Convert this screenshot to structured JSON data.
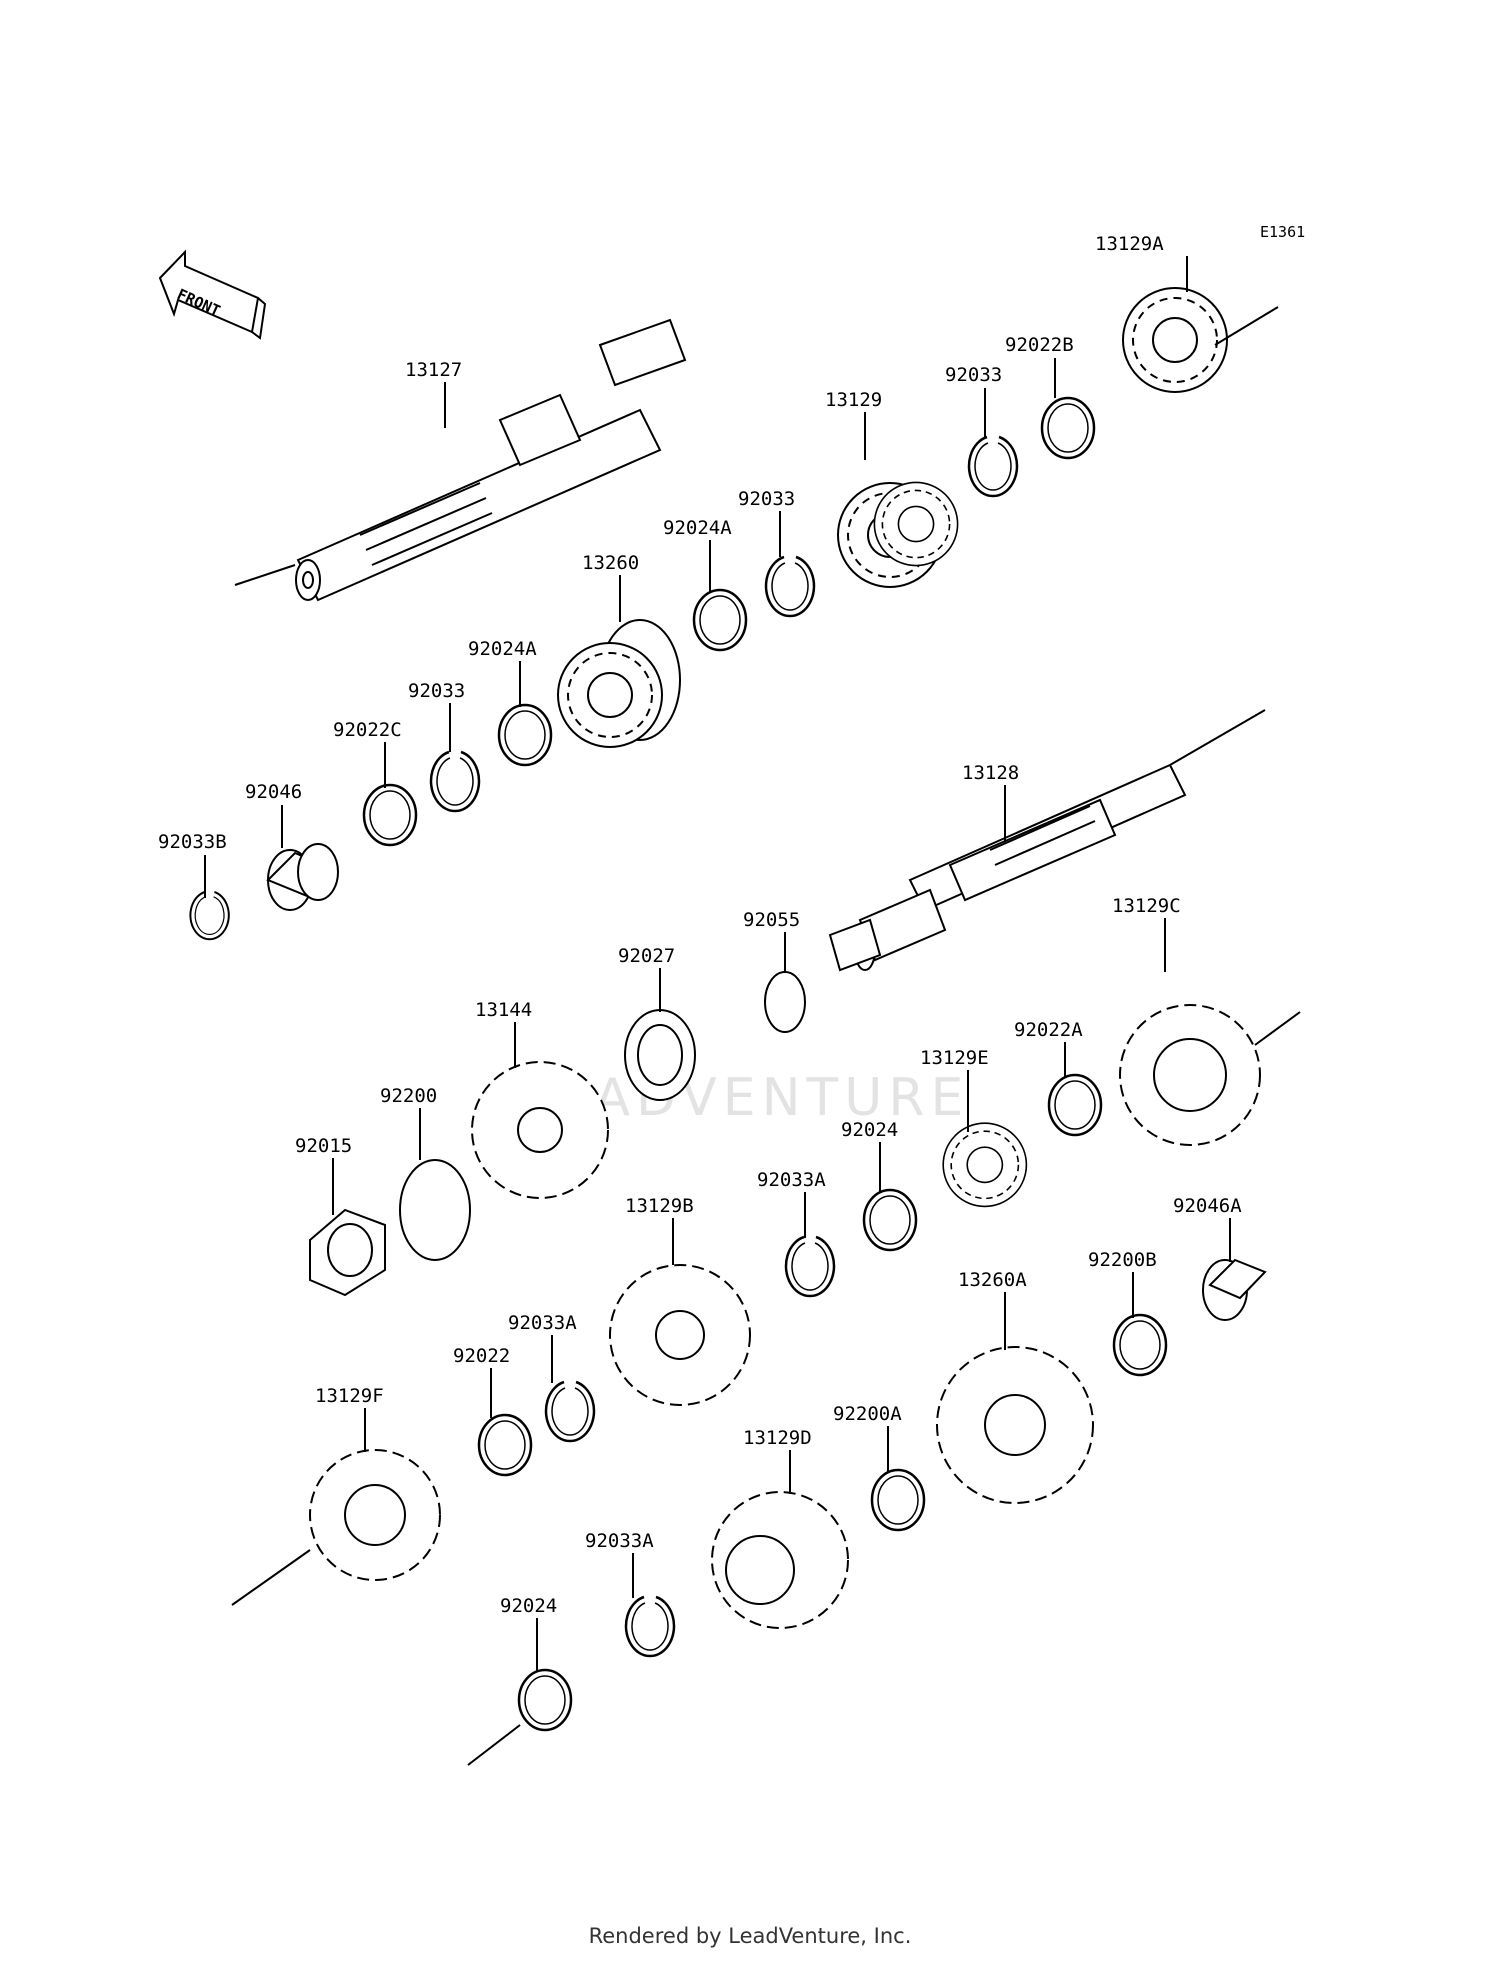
{
  "diagram_ref": "E1361",
  "front_label": "FRONT",
  "watermark": "LEADVENTURE",
  "footer": "Rendered by LeadVenture, Inc.",
  "parts": {
    "p13127": "13127",
    "p13129A": "13129A",
    "p92022B": "92022B",
    "p92033_a": "92033",
    "p13129": "13129",
    "p92033_b": "92033",
    "p92024A_a": "92024A",
    "p13260": "13260",
    "p92024A_b": "92024A",
    "p92033_c": "92033",
    "p92022C": "92022C",
    "p92046": "92046",
    "p92033B": "92033B",
    "p13128": "13128",
    "p92055": "92055",
    "p92027": "92027",
    "p13144": "13144",
    "p92200": "92200",
    "p92015": "92015",
    "p13129C": "13129C",
    "p92022A": "92022A",
    "p13129E": "13129E",
    "p92024_a": "92024",
    "p92033A_a": "92033A",
    "p13129B": "13129B",
    "p92046A": "92046A",
    "p92200B": "92200B",
    "p13260A": "13260A",
    "p92033A_b": "92033A",
    "p92022": "92022",
    "p13129F": "13129F",
    "p92200A": "92200A",
    "p13129D": "13129D",
    "p92033A_c": "92033A",
    "p92024_b": "92024"
  }
}
